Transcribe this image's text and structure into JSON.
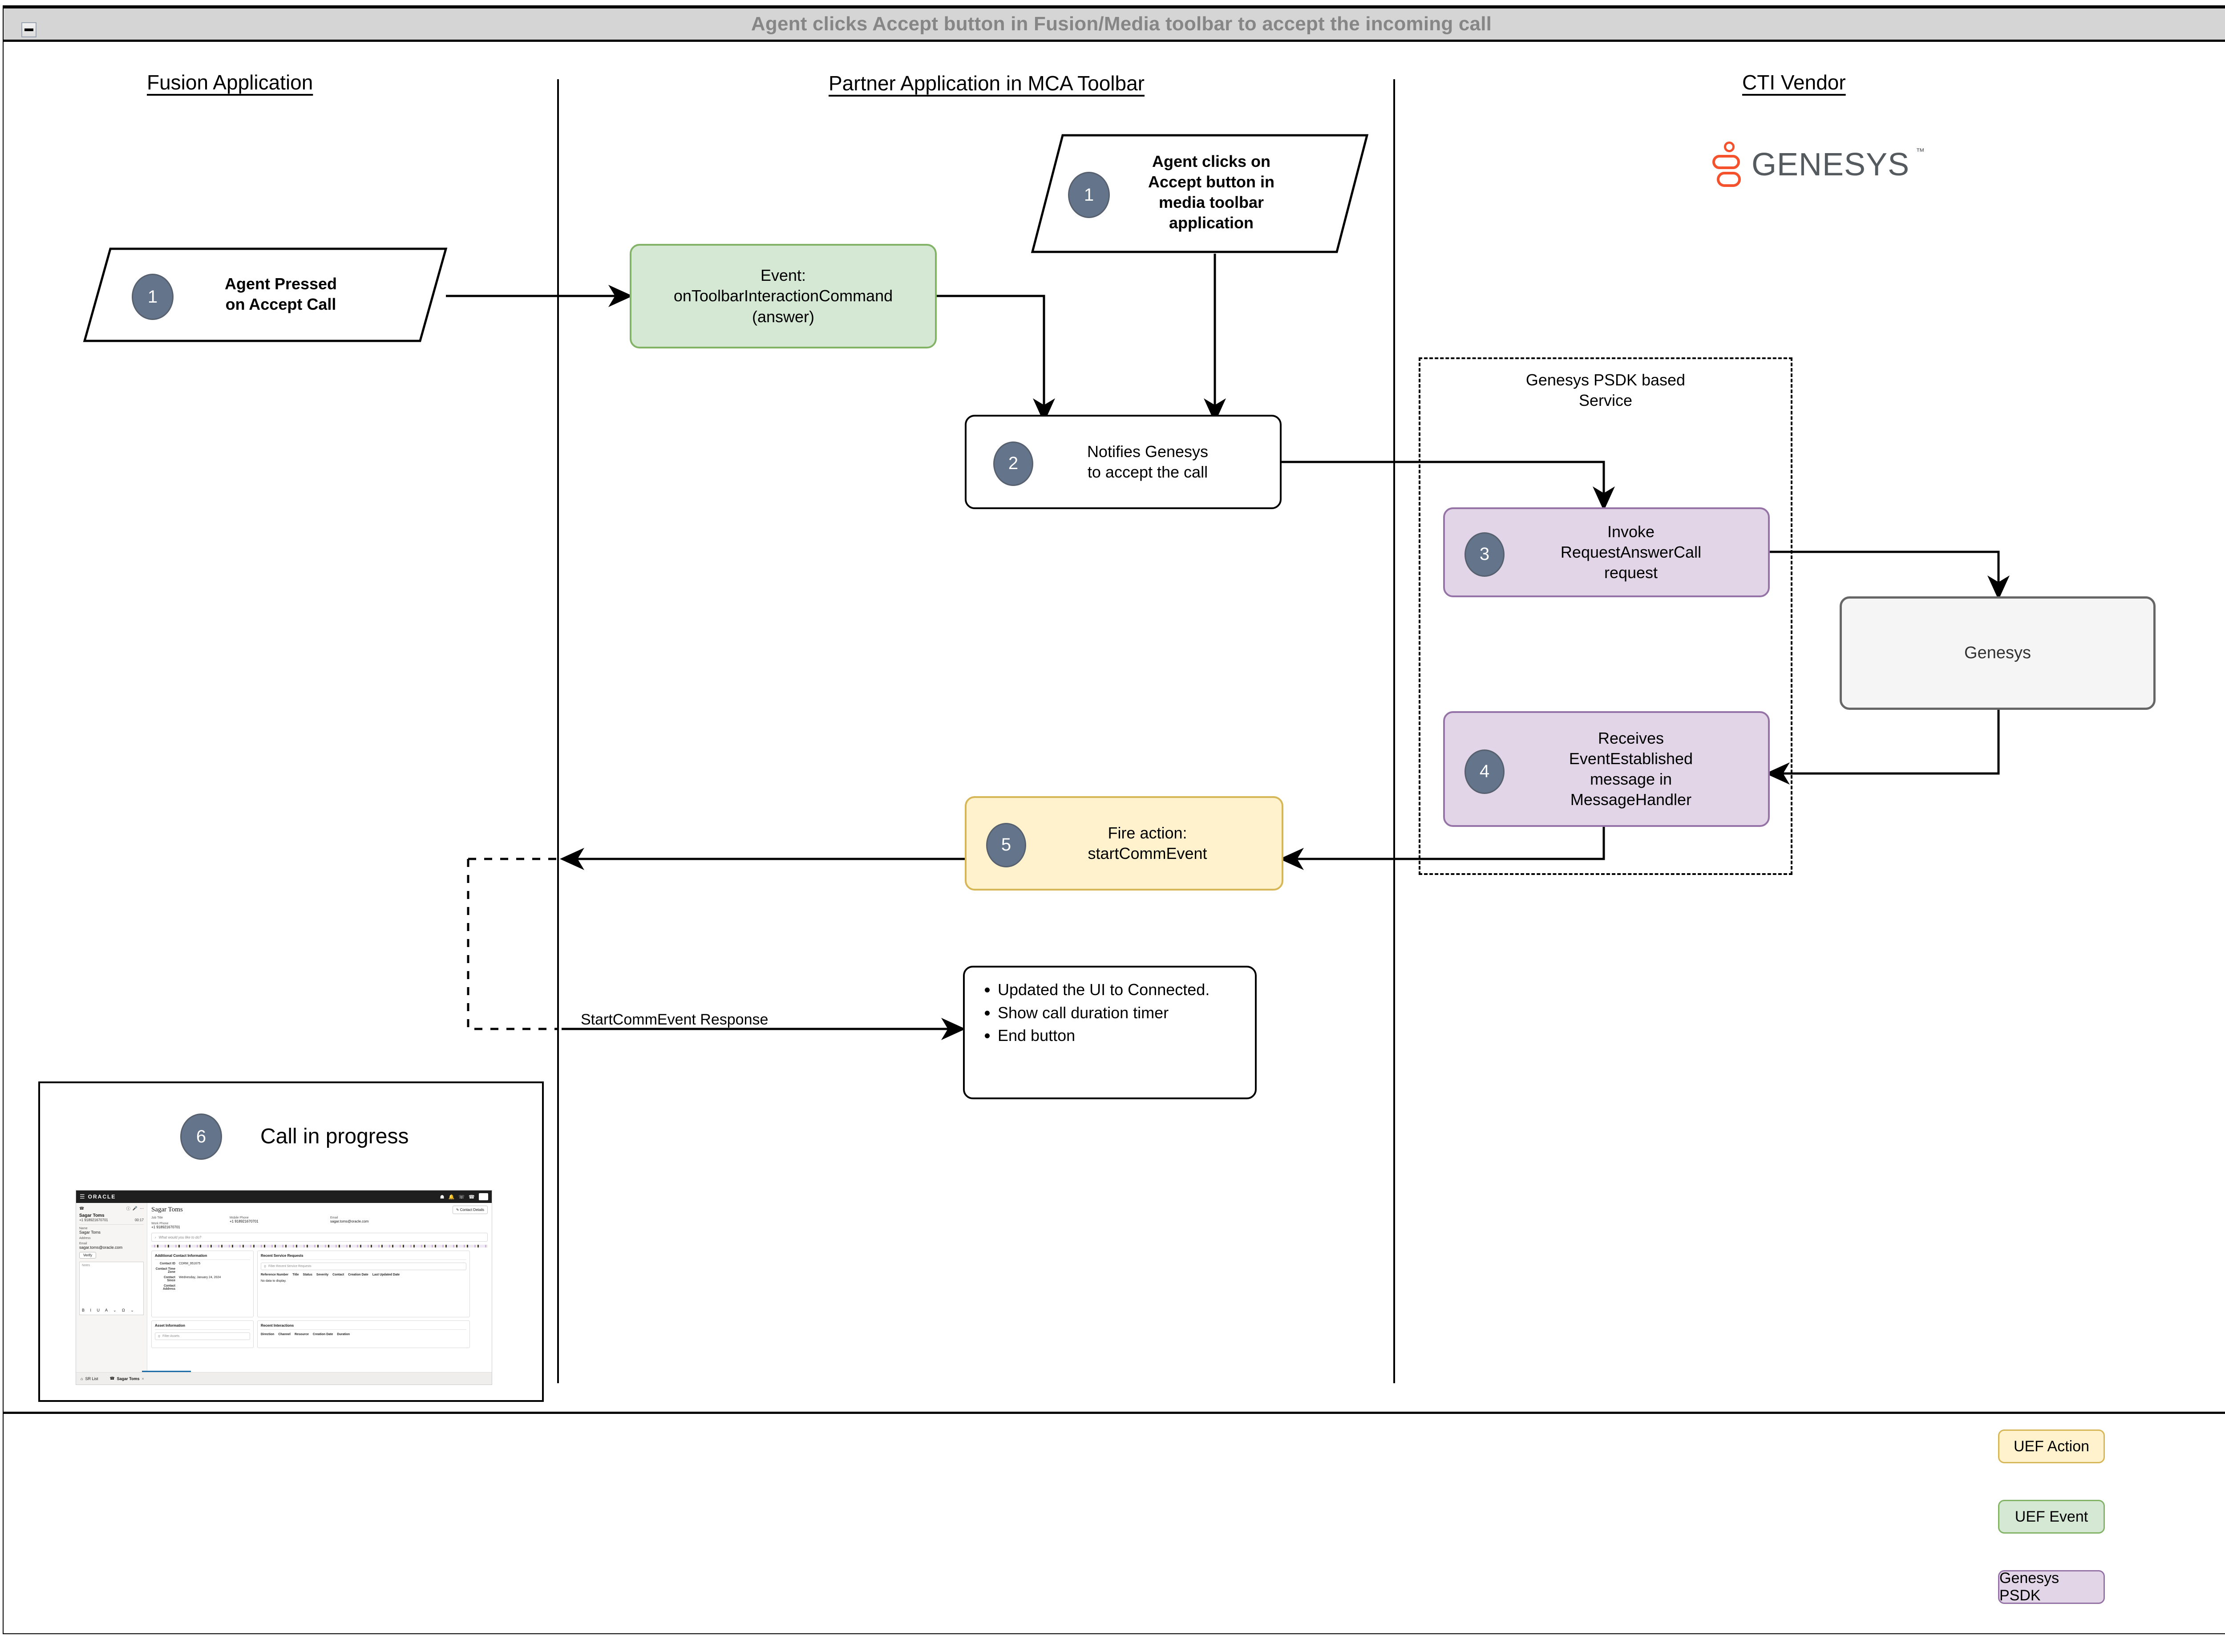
{
  "window": {
    "title": "Agent clicks Accept button in Fusion/Media toolbar to accept the incoming call",
    "collapse_icon": "collapse-icon"
  },
  "lanes": [
    {
      "id": "fusion",
      "label": "Fusion Application"
    },
    {
      "id": "partner",
      "label": "Partner Application in MCA Toolbar"
    },
    {
      "id": "cti",
      "label": "CTI Vendor"
    }
  ],
  "brand": {
    "genesys_logo_text": "GENESYS",
    "genesys_logo_tm": "™",
    "genesys_orange": "#f4512c",
    "genesys_grey": "#555a5e"
  },
  "nodes": {
    "agent_pressed": {
      "badge": "1",
      "text": "Agent Pressed\non Accept Call"
    },
    "event_toolbar": {
      "text": "Event:\nonToolbarInteractionCommand\n(answer)"
    },
    "agent_clicks_media": {
      "badge": "1",
      "text": "Agent clicks on\nAccept button in\nmedia toolbar\napplication"
    },
    "notifies": {
      "badge": "2",
      "text": "Notifies Genesys\nto accept the call"
    },
    "psdk_group": {
      "title": "Genesys PSDK based\nService"
    },
    "invoke_request": {
      "badge": "3",
      "text": "Invoke\nRequestAnswerCall\nrequest"
    },
    "receives_event": {
      "badge": "4",
      "text": "Receives\nEventEstablished\nmessage in\nMessageHandler"
    },
    "genesys_box": {
      "text": "Genesys"
    },
    "fire_action": {
      "badge": "5",
      "text": "Fire action:\nstartCommEvent"
    },
    "ui_updates": {
      "items": [
        "Updated the UI to Connected.",
        "Show call duration timer",
        "End button"
      ]
    },
    "call_in_progress": {
      "badge": "6",
      "text": "Call in progress"
    }
  },
  "edges": {
    "start_comm_event_response": "StartCommEvent Response"
  },
  "legend": [
    {
      "label": "UEF Action",
      "fill": "#fff2cc",
      "stroke": "#d6b656"
    },
    {
      "label": "UEF Event",
      "fill": "#d5e8d4",
      "stroke": "#82b366"
    },
    {
      "label": "Genesys PSDK",
      "fill": "#e1d5e7",
      "stroke": "#9673a6"
    }
  ],
  "screenshot": {
    "brand": "ORACLE",
    "menu_icon": "hamburger-icon",
    "header_icons": [
      "home-icon",
      "bell-icon",
      "agent-icon",
      "phone-icon"
    ],
    "avatar": "CS",
    "call_panel": {
      "phone_icon": "phone-icon",
      "info_icon": "info-icon",
      "mic_icon": "microphone-icon",
      "more_icon": "more-icon",
      "contact_name": "Sagar Toms",
      "contact_phone": "+1 918921670701",
      "timer": "00:17",
      "fields": [
        {
          "label": "Name",
          "value": "Sagar Toms"
        },
        {
          "label": "Address",
          "value": ""
        },
        {
          "label": "Email",
          "value": "sagar.toms@oracle.com"
        }
      ],
      "verify_button": "Verify",
      "notes_placeholder": "Notes",
      "notes_toolbar": "B  I  U  A ⌄ Ω ⌄"
    },
    "main": {
      "title": "Sagar Toms",
      "contact_details_button": "Contact Details",
      "fields": [
        {
          "label": "Job Title",
          "value": ""
        },
        {
          "label": "Mobile Phone",
          "value": "+1 918921670701"
        },
        {
          "label": "Email",
          "value": "sagar.toms@oracle.com"
        },
        {
          "label": "Work Phone",
          "value": "+1 918921670701"
        }
      ],
      "ask_placeholder": "What would you like to do?",
      "cards": [
        {
          "title": "Additional Contact Information",
          "rows": [
            {
              "key": "Contact ID",
              "value": "CDRM_951675"
            },
            {
              "key": "Contact Time Zone",
              "value": ""
            },
            {
              "key": "Contact Since",
              "value": "Wednesday, January 24, 2024"
            },
            {
              "key": "Contact Address",
              "value": ""
            }
          ]
        },
        {
          "title": "Recent Service Requests",
          "search_placeholder": "Filter Recent Service Requests",
          "columns": [
            "Reference Number",
            "Title",
            "Status",
            "Severity",
            "Contact",
            "Creation Date",
            "Last Updated Date"
          ],
          "empty_text": "No data to display."
        },
        {
          "title": "Asset Information",
          "search_placeholder": "Filter Assets"
        },
        {
          "title": "Recent Interactions",
          "columns": [
            "Direction",
            "Channel",
            "Resource",
            "Creation Date",
            "Duration"
          ]
        }
      ]
    },
    "tabs": [
      {
        "icon": "home-icon",
        "label": "SR List"
      },
      {
        "icon": "phone-icon",
        "label": "Sagar Toms",
        "close": "×"
      }
    ]
  }
}
